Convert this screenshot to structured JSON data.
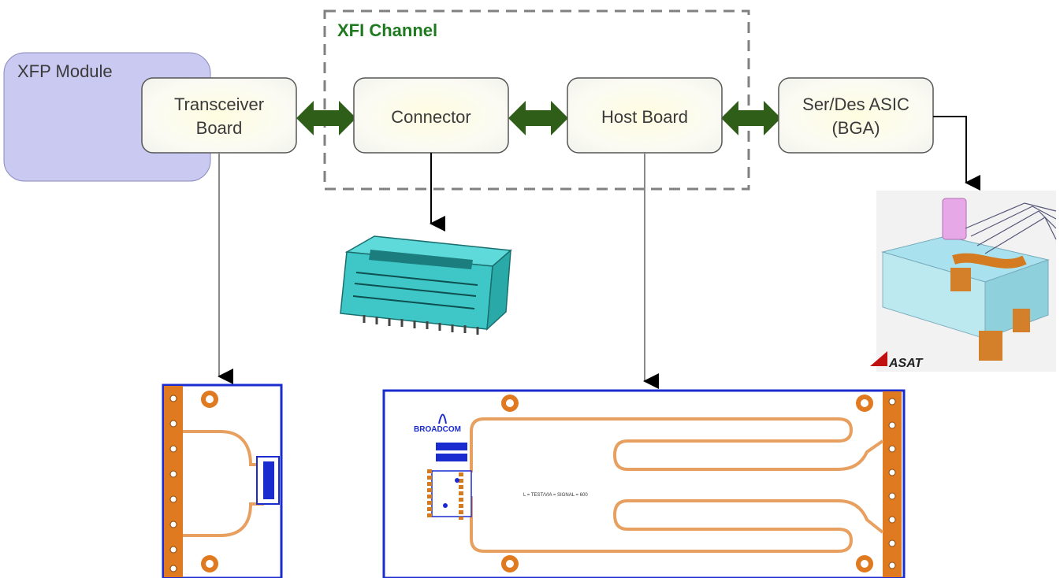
{
  "channel": {
    "label": "XFI Channel"
  },
  "module": {
    "label": "XFP Module"
  },
  "blocks": [
    {
      "id": "transceiver",
      "lines": [
        "Transceiver",
        "Board"
      ]
    },
    {
      "id": "connector",
      "lines": [
        "Connector"
      ]
    },
    {
      "id": "host",
      "lines": [
        "Host Board"
      ]
    },
    {
      "id": "serdes",
      "lines": [
        "Ser/Des ASIC",
        "(BGA)"
      ]
    }
  ],
  "images": {
    "asat_logo": "ASAT",
    "broadcom_logo": "BROADCOM",
    "host_board_note": "L = TEST/VIA = SIGNAL = 600"
  },
  "colors": {
    "module_fill": "#c9c9f2",
    "block_fill": "#fffde8",
    "arrow_green": "#2f5e18",
    "channel_text": "#1f7a1f",
    "pcb_trace": "#e8a060",
    "pcb_border": "#1a2bd0",
    "pcb_edge": "#e07a20"
  }
}
